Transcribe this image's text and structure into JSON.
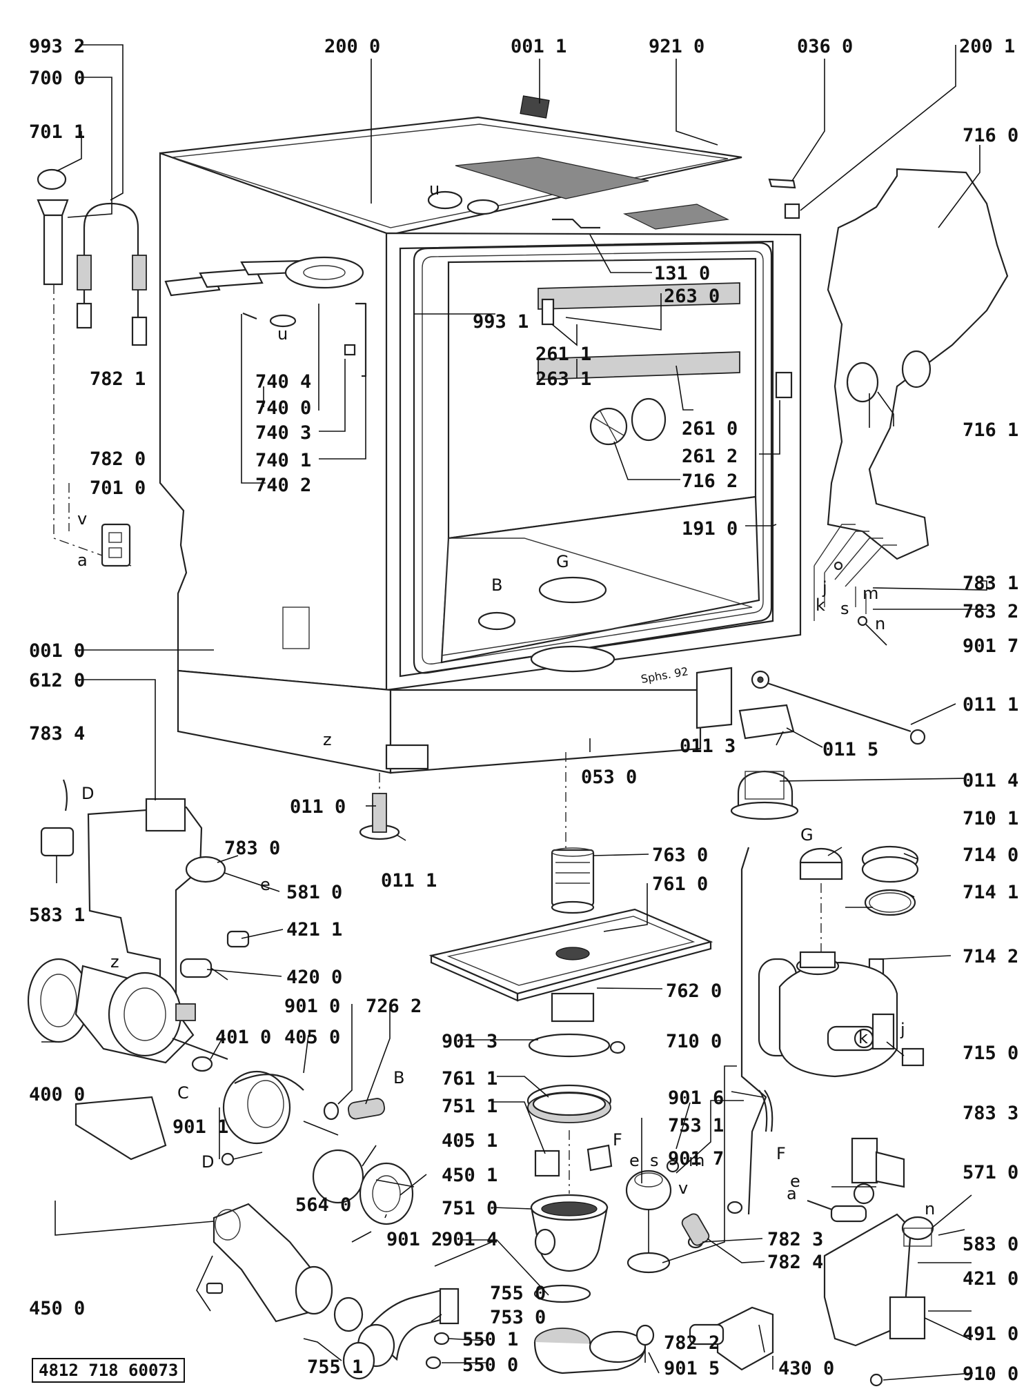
{
  "document_number": "4812 718 60073",
  "stamp": "Sphs. 92",
  "part_numbers": {
    "p9932": "993 2",
    "p7000": "700 0",
    "p7011": "701 1",
    "p7821": "782 1",
    "p7820": "782 0",
    "p7010": "701 0",
    "p2000": "200 0",
    "p0011top": "001 1",
    "p9210": "921 0",
    "p0360": "036 0",
    "p2001": "200 1",
    "p7160": "716 0",
    "p1310": "131 0",
    "p2630": "263 0",
    "p9931": "993 1",
    "p2611": "261 1",
    "p2631": "263 1",
    "p2610": "261 0",
    "p2612": "261 2",
    "p7162": "716 2",
    "p7161": "716 1",
    "p1910": "191 0",
    "p7404": "740 4",
    "p7400": "740 0",
    "p7403": "740 3",
    "p7401": "740 1",
    "p7402": "740 2",
    "p7831": "783 1",
    "p7832": "783 2",
    "p9017r": "901 7",
    "p0010": "001 0",
    "p6120": "612 0",
    "p7834": "783 4",
    "p0111r": "011 1",
    "p0113": "011 3",
    "p0115": "011 5",
    "p0114": "011 4",
    "p0530": "053 0",
    "p0110": "011 0",
    "p0111b": "011 1",
    "p5831l": "583 1",
    "p7830": "783 0",
    "p5810": "581 0",
    "p4211": "421 1",
    "p4200": "420 0",
    "p7630": "763 0",
    "p7610": "761 0",
    "p7101": "710 1",
    "p7140": "714 0",
    "p7141": "714 1",
    "p7142": "714 2",
    "p7620": "762 0",
    "p9010": "901 0",
    "p7262": "726 2",
    "p4010": "401 0",
    "p4050": "405 0",
    "p4000": "400 0",
    "p9013": "901 3",
    "p7100": "710 0",
    "p7150": "715 0",
    "p7611": "761 1",
    "p9016": "901 6",
    "p7511": "751 1",
    "p7531": "753 1",
    "p7833": "783 3",
    "p9011": "901 1",
    "p4051": "405 1",
    "p9017m": "901 7",
    "p5710": "571 0",
    "p4501": "450 1",
    "p5640": "564 0",
    "p7510": "751 0",
    "p9014": "901 4",
    "p7823": "782 3",
    "p5830": "583 0",
    "p9012": "901 2",
    "p7824": "782 4",
    "p4210": "421 0",
    "p4500": "450 0",
    "p7550": "755 0",
    "p7530": "753 0",
    "p7822": "782 2",
    "p4910": "491 0",
    "p7551": "755 1",
    "p5501": "550 1",
    "p5500": "550 0",
    "p9015": "901 5",
    "p4300": "430 0",
    "p9100": "910 0"
  },
  "reference_letters": {
    "u1": "u",
    "u2": "u",
    "v1": "v",
    "v2": "v",
    "a1": "a",
    "a2": "a",
    "z1": "z",
    "z2": "z",
    "g1": "G",
    "g2": "G",
    "b1": "B",
    "b2": "B",
    "c": "C",
    "d1": "D",
    "d2": "D",
    "e1": "e",
    "e2": "e",
    "e3": "e",
    "f1": "F",
    "f2": "F",
    "j1": "j",
    "j2": "j",
    "k1": "k",
    "k2": "k",
    "s1": "s",
    "s2": "s",
    "m1": "m",
    "m2": "m",
    "n1": "n",
    "n2": "n"
  }
}
